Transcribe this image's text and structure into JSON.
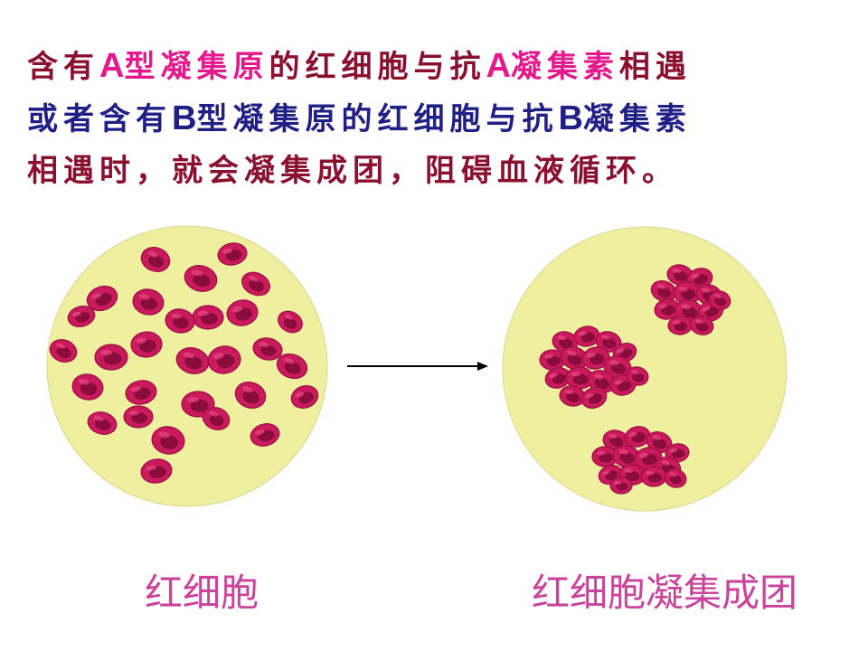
{
  "colors": {
    "dark_red": "#8b0f2e",
    "magenta": "#e6198c",
    "navy": "#1f1f86",
    "caption": "#c9449a",
    "dish": "#efefa0",
    "cell": "#c91a5c",
    "cell_center": "#7e0b36",
    "arrow": "#000000"
  },
  "text_lines": [
    {
      "segments": [
        {
          "text": "含有",
          "color": "dark_red",
          "kind": "cjk"
        },
        {
          "text": "A",
          "color": "magenta",
          "kind": "latin"
        },
        {
          "text": "型凝集原",
          "color": "magenta",
          "kind": "cjk"
        },
        {
          "text": "的红细胞与抗",
          "color": "dark_red",
          "kind": "cjk"
        },
        {
          "text": "A",
          "color": "magenta",
          "kind": "latin"
        },
        {
          "text": "凝集素",
          "color": "magenta",
          "kind": "cjk"
        },
        {
          "text": "相遇",
          "color": "dark_red",
          "kind": "cjk"
        }
      ]
    },
    {
      "segments": [
        {
          "text": "或者含有",
          "color": "navy",
          "kind": "cjk"
        },
        {
          "text": "B",
          "color": "navy",
          "kind": "latin"
        },
        {
          "text": "型凝集原的红细胞与抗",
          "color": "navy",
          "kind": "cjk"
        },
        {
          "text": "B",
          "color": "navy",
          "kind": "latin"
        },
        {
          "text": "凝集素",
          "color": "navy",
          "kind": "cjk"
        }
      ]
    },
    {
      "segments": [
        {
          "text": "相遇时，就会凝集成团，阻碍血液循环。",
          "color": "dark_red",
          "kind": "cjk"
        }
      ]
    }
  ],
  "captions": {
    "left": "红细胞",
    "right": "红细胞凝集成团"
  }
}
